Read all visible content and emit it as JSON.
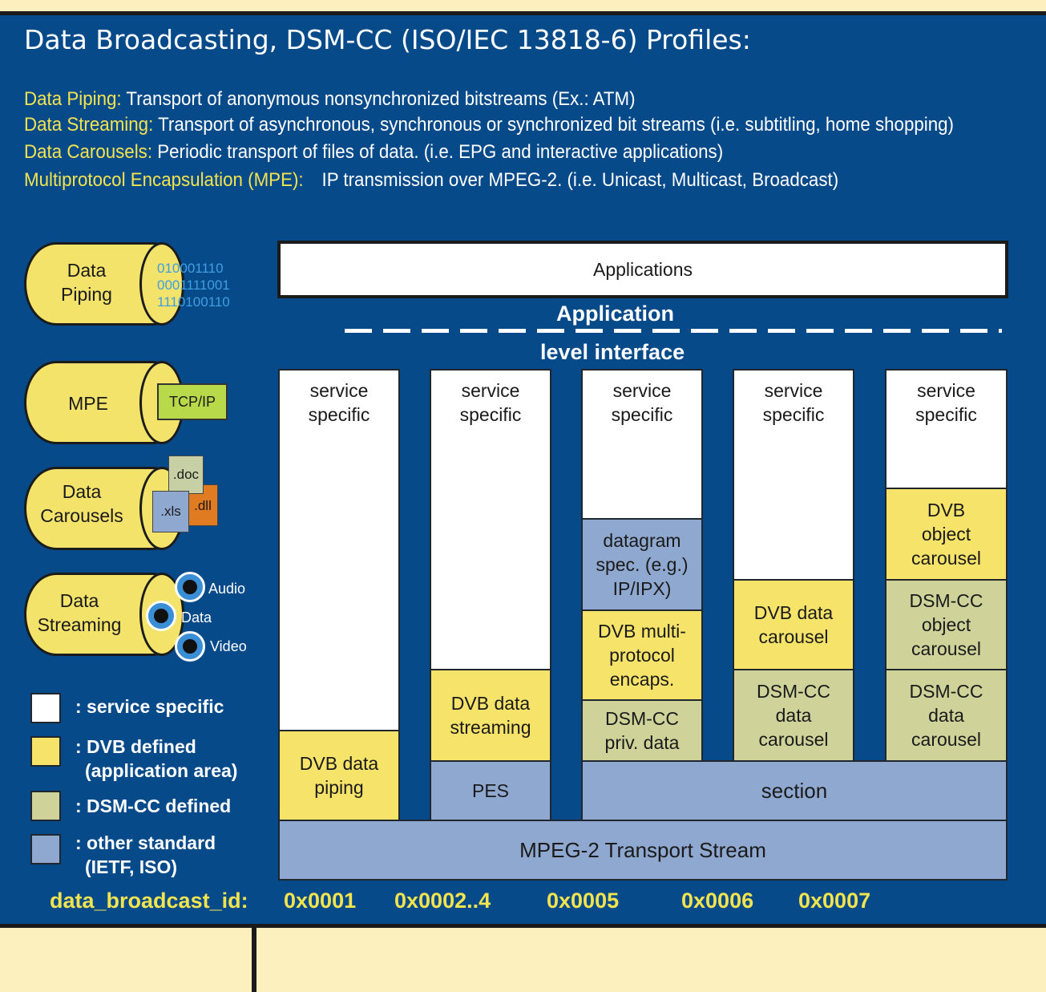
{
  "title": "Data Broadcasting, DSM-CC (ISO/IEC 13818-6) Profiles:",
  "definitions": [
    {
      "term": "Data Piping:",
      "desc": "Transport of anonymous nonsynchronized bitstreams (Ex.: ATM)"
    },
    {
      "term": "Data Streaming:",
      "desc": "Transport of asynchronous, synchronous or synchronized bit streams (i.e. subtitling, home shopping)"
    },
    {
      "term": "Data Carousels:",
      "desc": "Periodic transport of files of data. (i.e. EPG and interactive applications)"
    },
    {
      "term": "Multiprotocol Encapsulation (MPE):",
      "desc": "IP transmission over MPEG-2. (i.e. Unicast, Multicast, Broadcast)"
    }
  ],
  "cylinders": {
    "piping": {
      "label_line1": "Data",
      "label_line2": "Piping",
      "bits": [
        "010001110",
        "0001111001",
        "1110100110"
      ]
    },
    "mpe": {
      "label": "MPE",
      "tag": "TCP/IP"
    },
    "carousels": {
      "label_line1": "Data",
      "label_line2": "Carousels",
      "files": [
        ".doc",
        ".xls",
        ".dll"
      ]
    },
    "streaming": {
      "label_line1": "Data",
      "label_line2": "Streaming",
      "media": [
        "Audio",
        "Data",
        "Video"
      ]
    }
  },
  "stack": {
    "applications": "Applications",
    "interface_line1": "Application",
    "interface_line2": "level interface",
    "service_line1": "service",
    "service_line2": "specific",
    "col1": {
      "dvb_line1": "DVB data",
      "dvb_line2": "piping"
    },
    "col2": {
      "dvb_line1": "DVB data",
      "dvb_line2": "streaming",
      "pes": "PES"
    },
    "col3": {
      "datagram_line1": "datagram",
      "datagram_line2": "spec. (e.g.)",
      "datagram_line3": "IP/IPX)",
      "mpe_line1": "DVB multi-",
      "mpe_line2": "protocol",
      "mpe_line3": "encaps.",
      "priv_line1": "DSM-CC",
      "priv_line2": "priv. data"
    },
    "col4": {
      "dvb_line1": "DVB data",
      "dvb_line2": "carousel",
      "dsm_line1": "DSM-CC",
      "dsm_line2": "data",
      "dsm_line3": "carousel"
    },
    "col5": {
      "dvb_line1": "DVB",
      "dvb_line2": "object",
      "dvb_line3": "carousel",
      "obj_line1": "DSM-CC",
      "obj_line2": "object",
      "obj_line3": "carousel",
      "dsm_line1": "DSM-CC",
      "dsm_line2": "data",
      "dsm_line3": "carousel"
    },
    "section": "section",
    "transport": "MPEG-2 Transport Stream"
  },
  "legend": {
    "service": ": service specific",
    "dvb_line1": ": DVB defined",
    "dvb_line2": "(application area)",
    "dsmcc": ": DSM-CC defined",
    "other_line1": ": other standard",
    "other_line2": "(IETF, ISO)"
  },
  "ids": {
    "label": "data_broadcast_id:",
    "values": [
      "0x0001",
      "0x0002..4",
      "0x0005",
      "0x0006",
      "0x0007"
    ]
  },
  "colors": {
    "background": "#074a8a",
    "service_specific": "#ffffff",
    "dvb_defined": "#f6e36a",
    "dsmcc_defined": "#cfd39a",
    "other_standard": "#8fa8cf",
    "highlight_text": "#f2e44f"
  }
}
